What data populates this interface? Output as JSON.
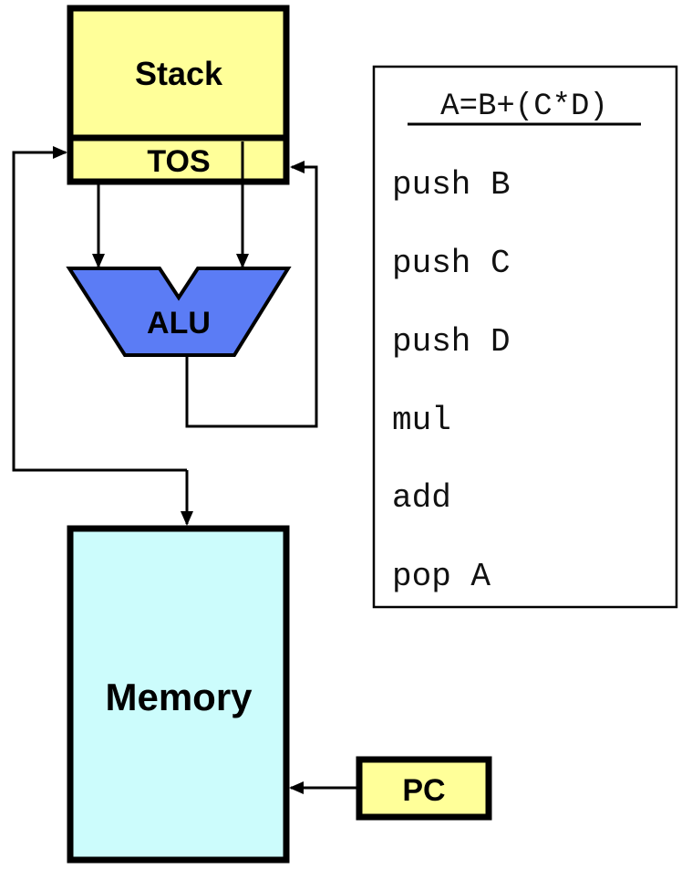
{
  "diagram": {
    "title": "Stack architecture",
    "colors": {
      "stack_fill": "#FFFF99",
      "alu_fill": "#5B7CF5",
      "memory_fill": "#CCFCFC",
      "pc_fill": "#FFFF99",
      "line": "#000000"
    },
    "components": {
      "stack": {
        "label": "Stack"
      },
      "tos": {
        "label": "TOS"
      },
      "alu": {
        "label": "ALU"
      },
      "memory": {
        "label": "Memory"
      },
      "pc": {
        "label": "PC"
      }
    },
    "connections": [
      {
        "from": "tos",
        "to": "alu",
        "port": "left-input"
      },
      {
        "from": "stack",
        "to": "alu",
        "port": "right-input"
      },
      {
        "from": "alu",
        "to": "tos",
        "port": "result"
      },
      {
        "from": "memory",
        "to": "tos",
        "port": "bidirectional"
      },
      {
        "from": "pc",
        "to": "memory",
        "port": "address"
      }
    ]
  },
  "code_panel": {
    "heading": "A=B+(C*D)",
    "instructions": [
      "push B",
      "push C",
      "push D",
      "mul",
      "add",
      "pop A"
    ]
  }
}
